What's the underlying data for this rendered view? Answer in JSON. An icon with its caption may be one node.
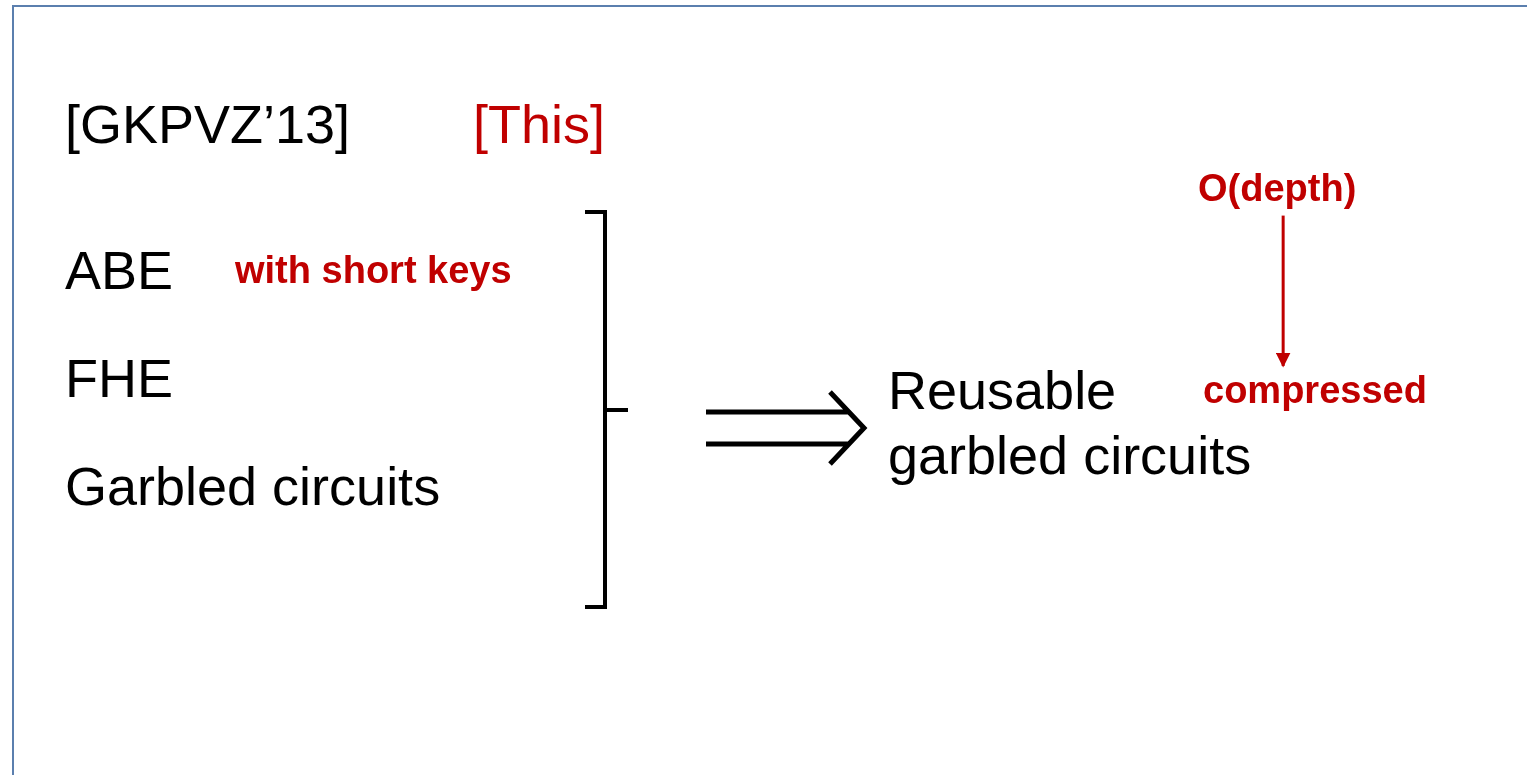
{
  "diagram": {
    "nodes": [
      {
        "text": [],
        "shape": "bracket"
      },
      {
        "text": [
          "ABE"
        ],
        "beside": [
          "with short keys"
        ],
        "in": 0
      },
      {
        "text": [
          "FHE"
        ],
        "in": 0
      },
      {
        "text": [
          "Garbled circuits"
        ],
        "in": 0
      },
      {
        "text": [
          "Reusable garbled circuits"
        ]
      },
      {
        "text": [
          "compressed"
        ]
      },
      {
        "text": [
          "O(depth)"
        ]
      }
    ],
    "edges": [
      {
        "from": 0,
        "to": 4,
        "arrow": "to"
      },
      {
        "from": 6,
        "to": 5,
        "arrow": "to",
        "color": "#c00000"
      }
    ],
    "labels": [
      "[GKPVZ’13]",
      "[This]"
    ]
  }
}
